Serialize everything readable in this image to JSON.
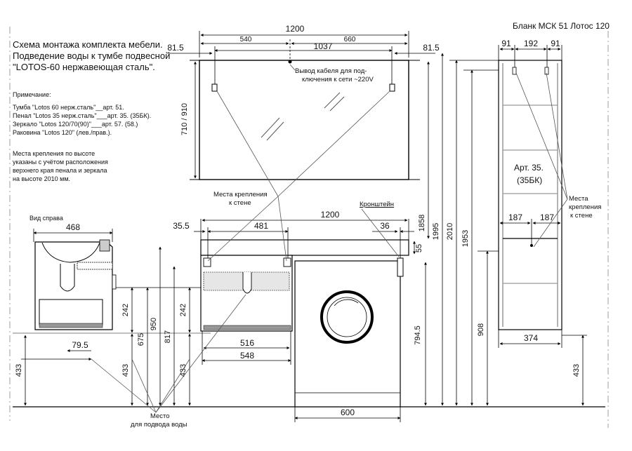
{
  "header": {
    "form_title": "Бланк МСК 51 Лотос 120",
    "scheme_lines": [
      "Схема монтажа комплекта мебели.",
      "Подведение воды к тумбе подвесной",
      "\"LOTOS-60 нержавеющая сталь\"."
    ]
  },
  "notes": {
    "heading": "Примечание:",
    "items": [
      "Тумба \"Lotos 60 нерж.сталь\"__арт. 51.",
      "Пенал \"Lotos 35 нерж.сталь\"___арт. 35. (35БК).",
      "Зеркало \"Lotos 120/70(90)\"___арт. 57. (58.)",
      "Раковина \"Lotos 120\" (лев./прав.)."
    ],
    "mounting": [
      "Места крепления по высоте",
      "указаны с учётом расположения",
      "верхнего края пенала и зеркала",
      "на высоте 2010 мм."
    ]
  },
  "labels": {
    "side_view": "Вид  справа",
    "cable": [
      "Вывод кабеля для под-",
      "ключения к сети ~220V"
    ],
    "mount_points": [
      "Места крепления",
      "к стене"
    ],
    "bracket": "Кронштейн",
    "water": [
      "Место",
      "для подвода воды"
    ],
    "cabinet_art": [
      "Арт. 35.",
      "(35БК)"
    ],
    "cabinet_mount": [
      "Места",
      "крепления",
      "к стене"
    ]
  },
  "dimensions": {
    "mirror_width": "1200",
    "mirror_left": "540",
    "mirror_right": "660",
    "mirror_inner": "1037",
    "mirror_side_l": "81.5",
    "mirror_side_r": "81.5",
    "mirror_height": "710 / 910",
    "top_width": "1200",
    "top_left_off": "35.5",
    "top_left": "481",
    "top_right": "36",
    "top_thick": "55",
    "side_depth": "468",
    "side_floor": "433",
    "side_water_off": "79.5",
    "front_242a": "242",
    "front_675": "675",
    "front_950": "950",
    "front_433a": "433",
    "front_242b": "242",
    "front_817": "817",
    "front_433b": "433",
    "cab_inner": "516",
    "cab_width": "548",
    "wm_height": "794.5",
    "wm_width": "600",
    "h_1858": "1858",
    "h_1995": "1995",
    "h_2010": "2010",
    "h_1953": "1953",
    "h_908": "908",
    "h_433c": "433",
    "pen_91a": "91",
    "pen_192": "192",
    "pen_91b": "91",
    "pen_187a": "187",
    "pen_187b": "187",
    "pen_374": "374"
  }
}
